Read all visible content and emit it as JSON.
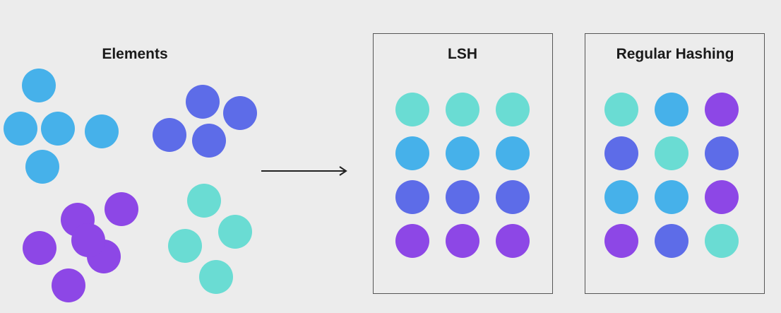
{
  "titles": {
    "elements": "Elements",
    "lsh": "LSH",
    "regular": "Regular Hashing"
  },
  "colors": {
    "sky": "#46b1ea",
    "indigo": "#5d6ce8",
    "violet": "#8d47e6",
    "teal": "#6adcd3",
    "box_border": "#555555",
    "arrow": "#222222",
    "background": "#ececec"
  },
  "groups": {
    "sky": 5,
    "indigo": 4,
    "violet": 6,
    "teal": 4
  },
  "lsh_grid": [
    [
      "teal",
      "teal",
      "teal"
    ],
    [
      "sky",
      "sky",
      "sky"
    ],
    [
      "indigo",
      "indigo",
      "indigo"
    ],
    [
      "violet",
      "violet",
      "violet"
    ]
  ],
  "regular_grid": [
    [
      "teal",
      "sky",
      "violet"
    ],
    [
      "indigo",
      "teal",
      "indigo"
    ],
    [
      "sky",
      "sky",
      "violet"
    ],
    [
      "violet",
      "indigo",
      "teal"
    ]
  ]
}
